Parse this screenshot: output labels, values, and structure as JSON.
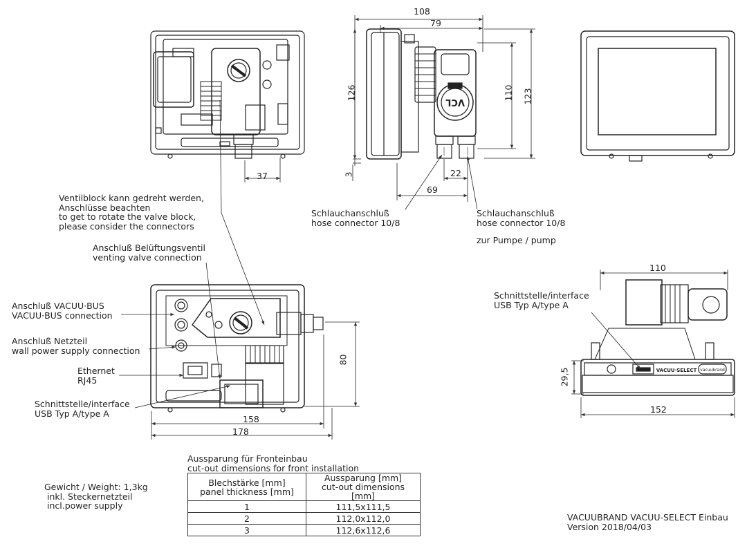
{
  "labels": {
    "valve_block_de": "Ventilblock kann gedreht werden,",
    "valve_block_de2": "Anschlüsse beachten",
    "valve_block_en": "to get to rotate the valve block,",
    "valve_block_en2": "please consider the connectors",
    "venting_de": "Anschluß Belüftungsventil",
    "venting_en": "venting valve connection",
    "vacuubus_de": "Anschluß VACUU·BUS",
    "vacuubus_en": "VACUU·BUS connection",
    "power_de": "Anschluß Netzteil",
    "power_en": "wall power supply connection",
    "ethernet": "Ethernet",
    "rj45": "RJ45",
    "usb_left_de": "Schnittstelle/interface",
    "usb_left_en": "USB Typ A/type A",
    "hose1_de": "Schlauchanschluß",
    "hose1_en": "hose connector 10/8",
    "hose2_de": "Schlauchanschluß",
    "hose2_en": "hose connector 10/8",
    "pump": "zur Pumpe / pump",
    "usb_right_de": "Schnittstelle/interface",
    "usb_right_en": "USB Typ A/type A",
    "vcl_mark": "VCL",
    "vacuuselect_mark": "VACUU·SELECT",
    "brand_mark": "vacuubrand"
  },
  "dimensions": {
    "d37": "37",
    "d108": "108",
    "d79": "79",
    "d126": "126",
    "d110v": "110",
    "d123": "123",
    "d3": "3",
    "d22": "22",
    "d69": "69",
    "d80": "80",
    "d158": "158",
    "d178": "178",
    "d110h": "110",
    "d29_5": "29,5",
    "d152": "152"
  },
  "weight": {
    "line1": "Gewicht / Weight: 1,3kg",
    "line2": "inkl. Steckernetzteil",
    "line3": "incl.power supply"
  },
  "cutout": {
    "title_de": "Aussparung für Fronteinbau",
    "title_en": "cut-out dimensions for front installation",
    "header_col1_de": "Blechstärke [mm]",
    "header_col1_en": "panel thickness [mm]",
    "header_col2_de": "Aussparung [mm]",
    "header_col2_en": "cut-out dimensions [mm]",
    "rows": [
      {
        "thickness": "1",
        "cutout": "111,5x111,5"
      },
      {
        "thickness": "2",
        "cutout": "112,0x112,0"
      },
      {
        "thickness": "3",
        "cutout": "112,6x112,6"
      }
    ]
  },
  "title_block": {
    "product": "VACUUBRAND VACUU-SELECT Einbau",
    "version": "Version 2018/04/03"
  }
}
